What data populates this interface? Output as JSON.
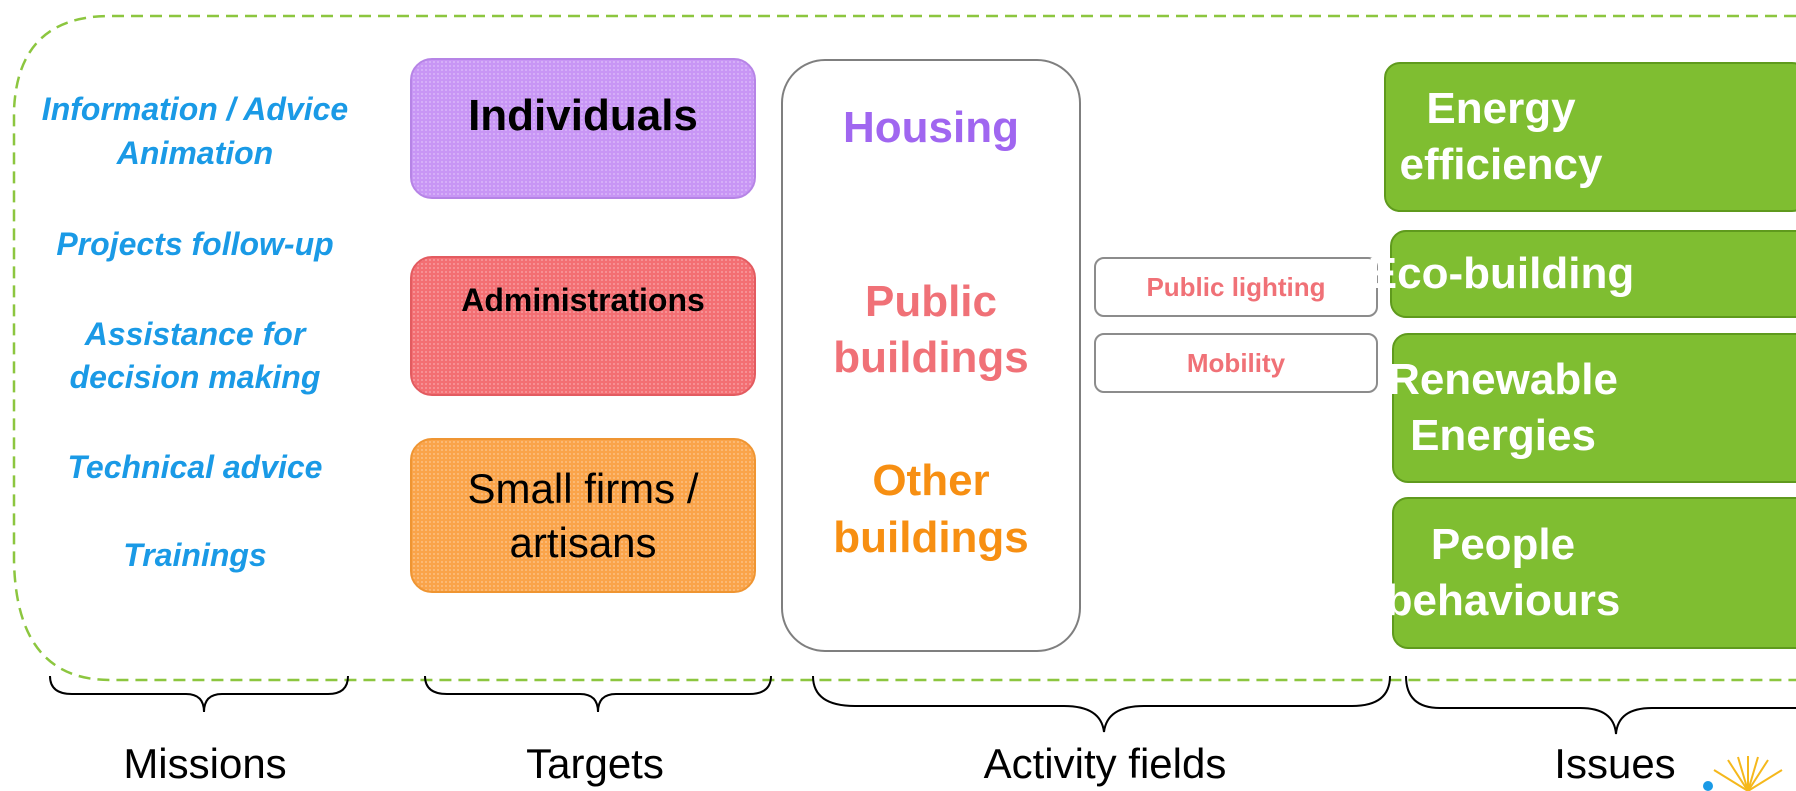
{
  "missions": [
    "Information / Advice",
    "Animation",
    "Projects follow-up",
    "Assistance for",
    "decision making",
    "Technical advice",
    "Trainings"
  ],
  "targets": {
    "individuals": "Individuals",
    "administrations": "Administrations",
    "small_firms_line1": "Small firms /",
    "small_firms_line2": "artisans"
  },
  "activity": {
    "housing": "Housing",
    "public_line1": "Public",
    "public_line2": "buildings",
    "other_line1": "Other",
    "other_line2": "buildings",
    "public_lighting": "Public lighting",
    "mobility": "Mobility"
  },
  "issues": {
    "energy_line1": "Energy",
    "energy_line2": "efficiency",
    "eco_building": "Eco-building",
    "renewable_line1": "Renewable",
    "renewable_line2": "Energies",
    "people_line1": "People",
    "people_line2": "behaviours"
  },
  "categories": {
    "missions": "Missions",
    "targets": "Targets",
    "activity_fields": "Activity fields",
    "issues": "Issues"
  },
  "colors": {
    "mission_text": "#1a9ae6",
    "individuals": "#c896f5",
    "administrations": "#f36f73",
    "small_firms": "#faa44a",
    "housing_text": "#a066f0",
    "public_text": "#f07177",
    "other_text": "#f78f12",
    "issue_fill": "#7fbe31",
    "dashed_border": "#8cc63f"
  }
}
